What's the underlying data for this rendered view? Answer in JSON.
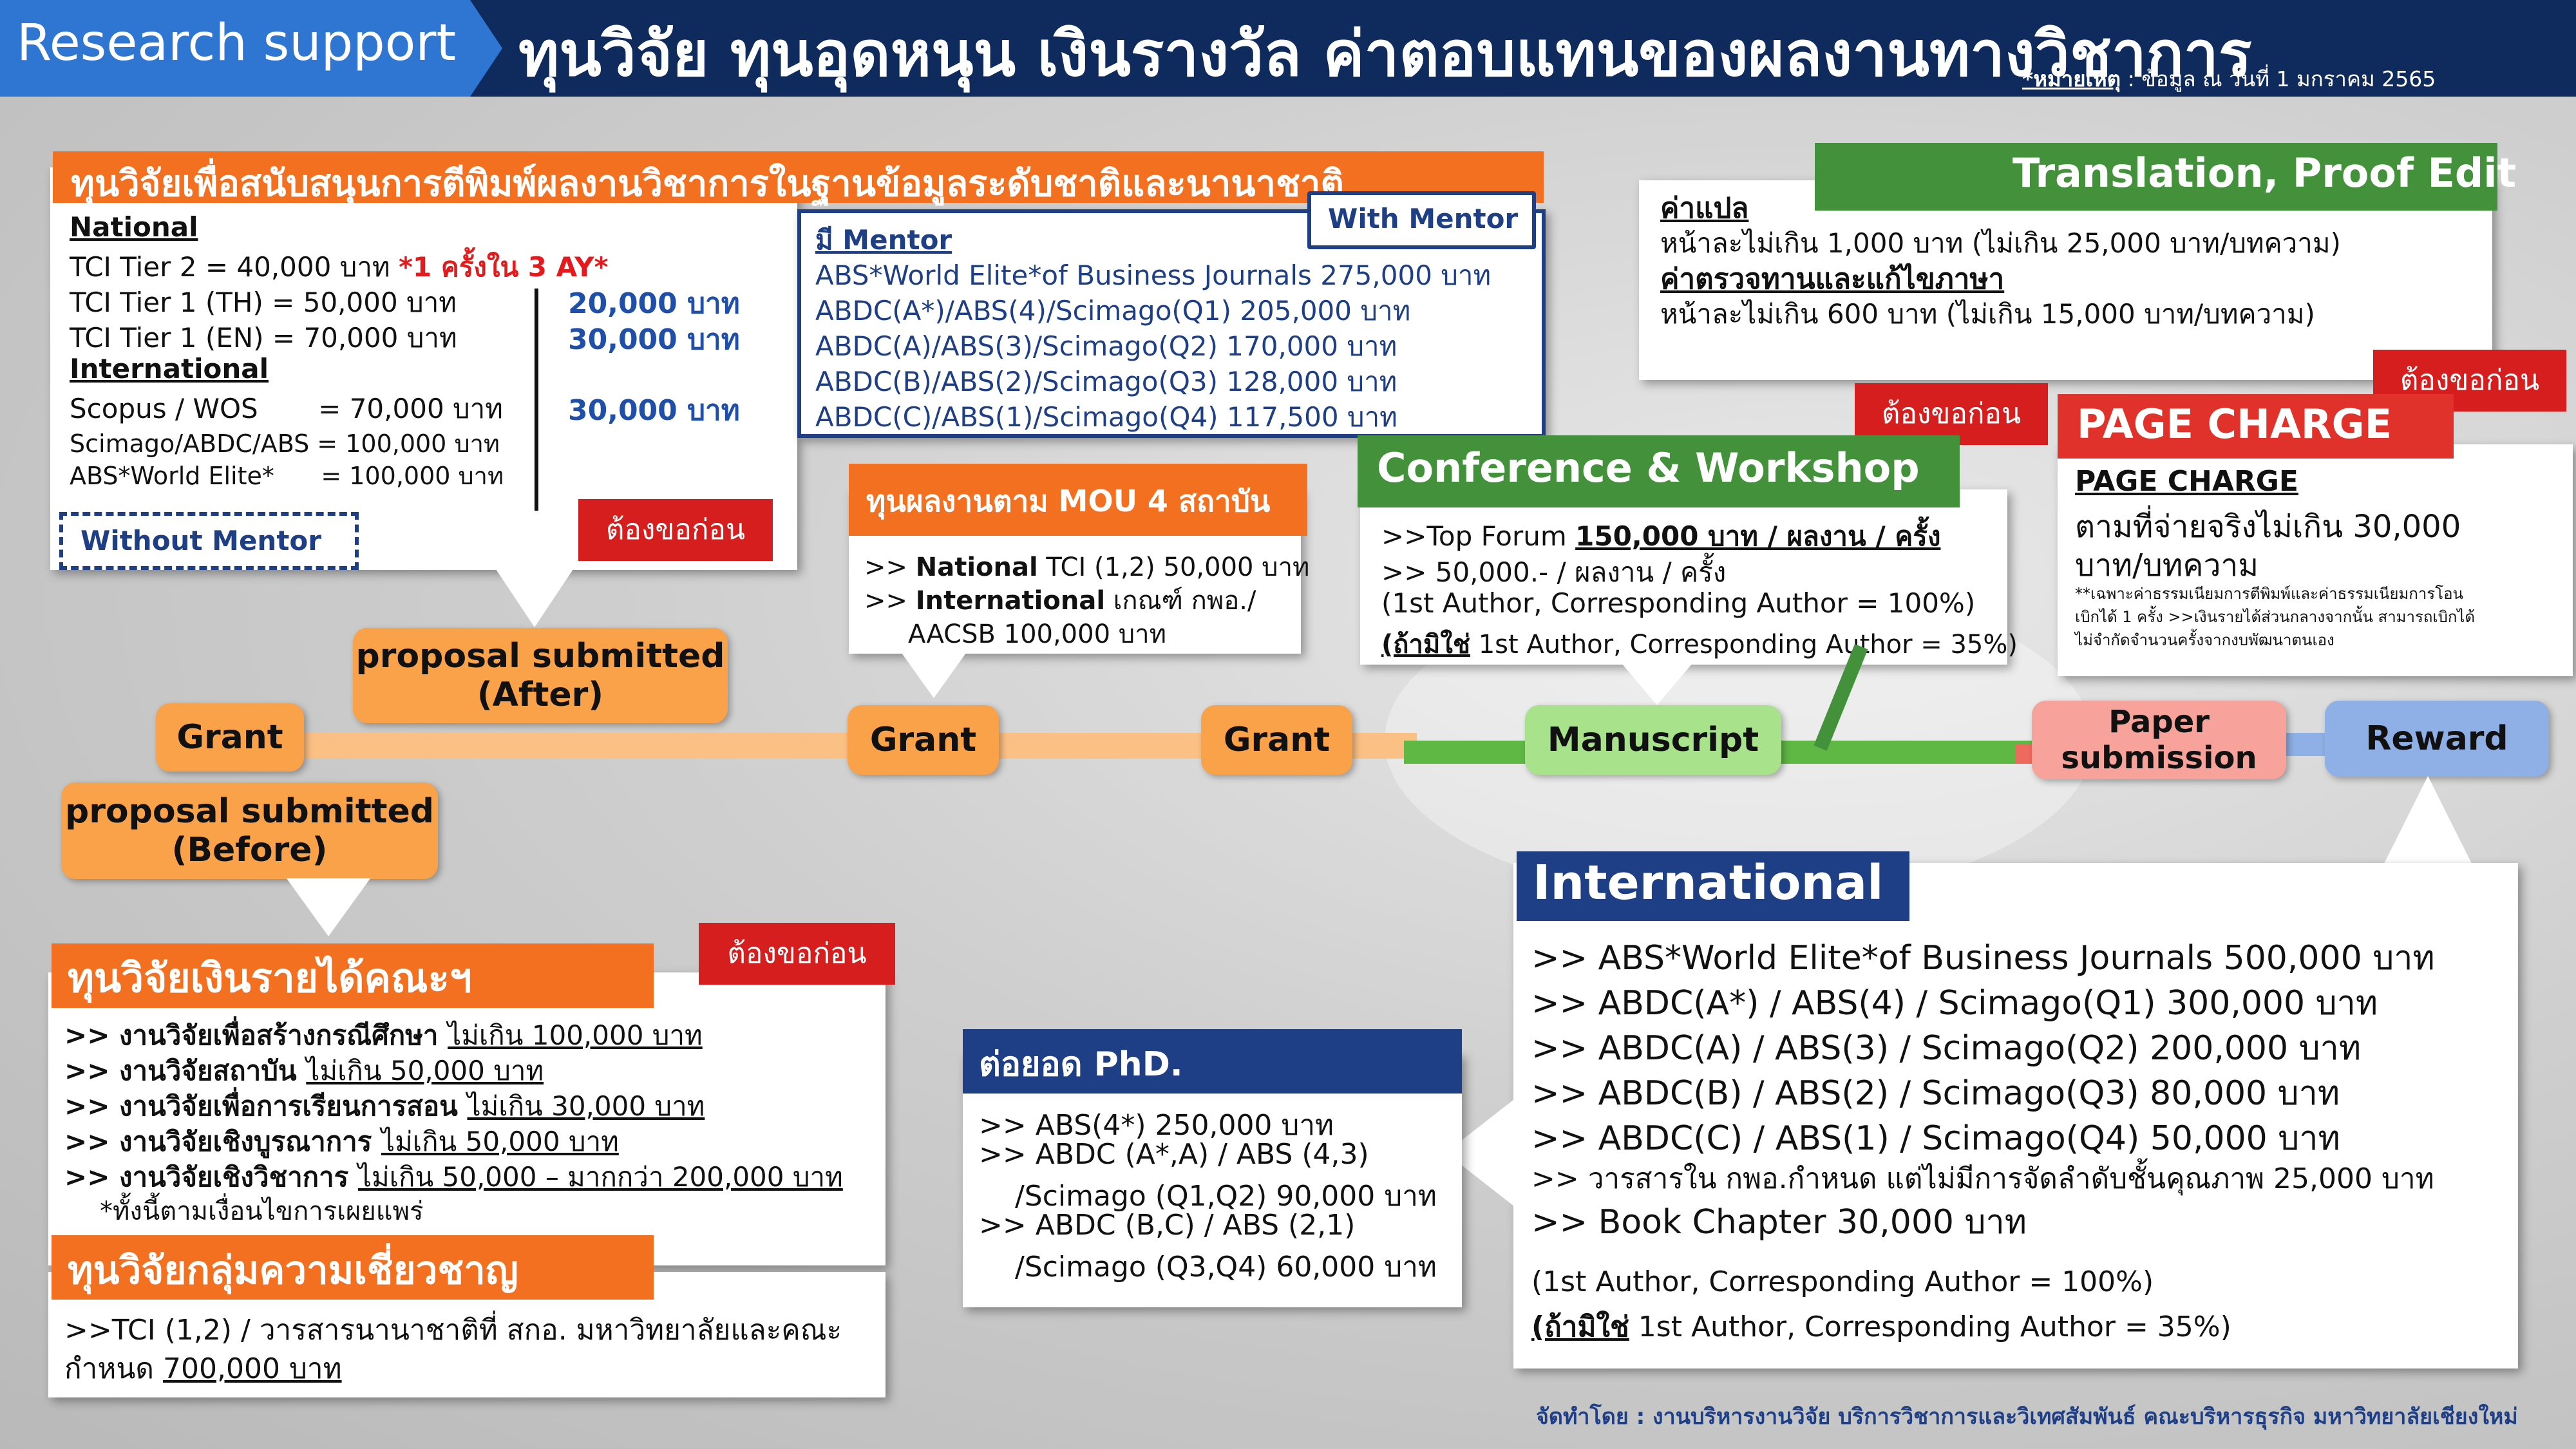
{
  "header": {
    "tag": "Research support",
    "title": "ทุนวิจัย ทุนอุดหนุน เงินรางวัล ค่าตอบแทนของผลงานทางวิชาการ",
    "note_label": "*หมายเหตุ",
    "note_text": " : ข้อมูล ณ วันที่ 1 มกราคม 2565"
  },
  "publication_support": {
    "title": "ทุนวิจัยเพื่อสนับสนุนการตีพิมพ์ผลงานวิชาการในฐานข้อมูลระดับชาติและนานาชาติ",
    "national_heading": "National",
    "tci2": "TCI Tier 2 = 40,000 บาท",
    "tci2_note": "*1 ครั้งใน 3 AY*",
    "tci1_th": "TCI Tier 1 (TH) = 50,000 บาท",
    "tci1_en": "TCI Tier 1 (EN) = 70,000 บาท",
    "international_heading": "International",
    "scopus": "Scopus / WOS       = 70,000 บาท",
    "scimago": "Scimago/ABDC/ABS = 100,000 บาท",
    "abs_elite": "ABS*World Elite*      = 100,000 บาท",
    "extra_1": "20,000 บาท",
    "extra_2": "30,000 บาท",
    "extra_3": "30,000 บาท",
    "without_mentor": "Without Mentor",
    "ask_first": "ต้องขอก่อน"
  },
  "with_mentor": {
    "tag": "With Mentor",
    "heading": "มี Mentor",
    "lines": [
      "ABS*World Elite*of Business Journals 275,000 บาท",
      "ABDC(A*)/ABS(4)/Scimago(Q1) 205,000 บาท",
      "ABDC(A)/ABS(3)/Scimago(Q2) 170,000 บาท",
      "ABDC(B)/ABS(2)/Scimago(Q3) 128,000 บาท",
      "ABDC(C)/ABS(1)/Scimago(Q4) 117,500 บาท"
    ]
  },
  "translation": {
    "tag": "Translation, Proof Edit",
    "translate_heading": "ค่าแปล",
    "translate_text": "หน้าละไม่เกิน 1,000 บาท (ไม่เกิน 25,000 บาท/บทความ)",
    "proof_heading": "ค่าตรวจทานและแก้ไขภาษา",
    "proof_text": "หน้าละไม่เกิน 600 บาท (ไม่เกิน 15,000 บาท/บทความ)"
  },
  "mou": {
    "title": "ทุนผลงานตาม MOU 4 สถาบัน",
    "line1_prefix": ">> ",
    "line1_bold": "National",
    "line1_rest": " TCI (1,2) 50,000 บาท",
    "line2_prefix": ">> ",
    "line2_bold": "International",
    "line2_rest": " เกณฑ์ กพอ./",
    "line3": "AACSB 100,000 บาท"
  },
  "conference": {
    "ask_first": "ต้องขอก่อน",
    "title": "Conference & Workshop",
    "line1_prefix": ">>Top Forum ",
    "line1_u": "150,000 บาท / ผลงาน / ครั้ง",
    "line2": ">> 50,000.- / ผลงาน / ครั้ง",
    "line3": "(1st Author, Corresponding Author = 100%)",
    "line4_u": "(ถ้ามิใช่",
    "line4_rest": " 1st Author, Corresponding Author = 35%)"
  },
  "page_charge": {
    "ask_first": "ต้องขอก่อน",
    "title": "PAGE CHARGE",
    "heading": "PAGE CHARGE",
    "line1": "ตามที่จ่ายจริงไม่เกิน 30,000",
    "line2": "บาท/บทความ",
    "note1": "**เฉพาะค่าธรรมเนียมการตีพิมพ์และค่าธรรมเนียมการโอน",
    "note2": "เบิกได้ 1 ครั้ง >>เงินรายได้ส่วนกลางจากนั้น สามารถเบิกได้",
    "note3": "ไม่จำกัดจำนวนครั้งจากงบพัฒนาตนเอง"
  },
  "timeline": {
    "grant_1": "Grant",
    "proposal_after": "proposal submitted (After)",
    "proposal_after_l1": "proposal submitted",
    "proposal_after_l2": "(After)",
    "proposal_before_l1": "proposal submitted",
    "proposal_before_l2": "(Before)",
    "grant_2": "Grant",
    "grant_3": "Grant",
    "manuscript": "Manuscript",
    "paper_l1": "Paper",
    "paper_l2": "submission",
    "reward": "Reward"
  },
  "international": {
    "title": "International",
    "lines": [
      ">> ABS*World Elite*of Business Journals 500,000 บาท",
      ">> ABDC(A*) / ABS(4) / Scimago(Q1) 300,000 บาท",
      ">> ABDC(A) / ABS(3) / Scimago(Q2) 200,000 บาท",
      ">> ABDC(B) / ABS(2) / Scimago(Q3) 80,000 บาท",
      ">> ABDC(C) / ABS(1) / Scimago(Q4) 50,000 บาท"
    ],
    "line_small": ">> วารสารใน กพอ.กำหนด แต่ไม่มีการจัดลำดับชั้นคุณภาพ 25,000 บาท",
    "book": ">> Book Chapter 30,000 บาท",
    "author1": "(1st Author, Corresponding Author = 100%)",
    "author2_u": "(ถ้ามิใช่",
    "author2_rest": " 1st Author, Corresponding Author = 35%)"
  },
  "phd": {
    "title": "ต่อยอด PhD.",
    "lines": [
      ">> ABS(4*) 250,000 บาท",
      ">> ABDC (A*,A) / ABS (4,3)",
      "    /Scimago (Q1,Q2) 90,000 บาท",
      ">> ABDC (B,C) / ABS (2,1)",
      "    /Scimago (Q3,Q4) 60,000 บาท"
    ]
  },
  "faculty_fund": {
    "ask_first": "ต้องขอก่อน",
    "title": "ทุนวิจัยเงินรายได้คณะฯ",
    "rows": [
      {
        "label": ">> งานวิจัยเพื่อสร้างกรณีศึกษา ",
        "amount": "ไม่เกิน 100,000 บาท"
      },
      {
        "label": ">> งานวิจัยสถาบัน ",
        "amount": "ไม่เกิน 50,000 บาท"
      },
      {
        "label": ">> งานวิจัยเพื่อการเรียนการสอน ",
        "amount": "ไม่เกิน 30,000 บาท"
      },
      {
        "label": ">> งานวิจัยเชิงบูรณาการ ",
        "amount": "ไม่เกิน 50,000 บาท"
      },
      {
        "label": ">> งานวิจัยเชิงวิชาการ ",
        "amount": "ไม่เกิน 50,000 – มากกว่า 200,000 บาท"
      }
    ],
    "note": "*ทั้งนี้ตามเงื่อนไขการเผยแพร่"
  },
  "expertise_fund": {
    "title": "ทุนวิจัยกลุ่มความเชี่ยวชาญ",
    "line1": ">>TCI (1,2) / วารสารนานาชาติที่ สกอ. มหาวิทยาลัยและคณะ",
    "line2_prefix": "กำหนด ",
    "line2_u": "700,000 บาท"
  },
  "footer": {
    "credit": "จัดทำโดย : งานบริหารงานวิจัย บริการวิชาการและวิเทศสัมพันธ์ คณะบริหารธุรกิจ มหาวิทยาลัยเชียงใหม่"
  },
  "colors": {
    "navy": "#0f2a5c",
    "orange": "#f37021",
    "green": "#43913b",
    "red": "#d71e1e",
    "blue_accent": "#1f4fa8"
  }
}
